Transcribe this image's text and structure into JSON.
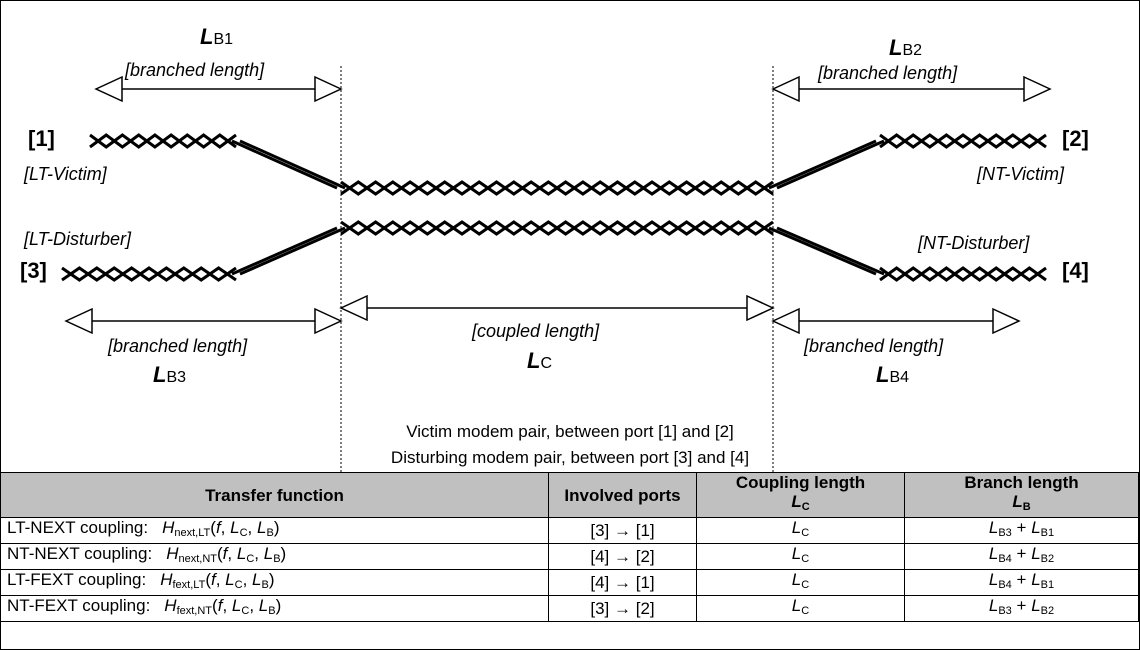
{
  "diagram": {
    "lengths": {
      "b1": {
        "symbol": "L",
        "sub": "B1"
      },
      "b2": {
        "symbol": "L",
        "sub": "B2"
      },
      "b3": {
        "symbol": "L",
        "sub": "B3"
      },
      "b4": {
        "symbol": "L",
        "sub": "B4"
      },
      "c": {
        "symbol": "L",
        "sub": "C"
      }
    },
    "branched_length": "[branched length]",
    "coupled_length": "[coupled length]",
    "ports": {
      "p1": "[1]",
      "p2": "[2]",
      "p3": "[3]",
      "p4": "[4]"
    },
    "port_labels": {
      "lt_victim": "[LT-Victim]",
      "nt_victim": "[NT-Victim]",
      "lt_disturber": "[LT-Disturber]",
      "nt_disturber": "[NT-Disturber]"
    },
    "caption_line1": "Victim modem pair, between port [1] and [2]",
    "caption_line2": "Disturbing modem pair, between port [3] and [4]"
  },
  "table": {
    "headers": {
      "transfer_function": "Transfer function",
      "involved_ports": "Involved ports",
      "coupling_length": "Coupling length",
      "coupling_length_symbol": "L",
      "coupling_length_sub": "C",
      "branch_length": "Branch length",
      "branch_length_symbol": "L",
      "branch_length_sub": "B"
    },
    "rows": [
      {
        "name": "LT-NEXT coupling:",
        "H": "H",
        "H_sub": "next,LT",
        "args_f": "f",
        "arg_c": "C",
        "arg_b": "B",
        "ports": "[3] → [1]",
        "coupling": "C",
        "branch_a": "B3",
        "branch_b": "B1"
      },
      {
        "name": "NT-NEXT coupling:",
        "H": "H",
        "H_sub": "next,NT",
        "args_f": "f",
        "arg_c": "C",
        "arg_b": "B",
        "ports": "[4] → [2]",
        "coupling": "C",
        "branch_a": "B4",
        "branch_b": "B2"
      },
      {
        "name": "LT-FEXT coupling:",
        "H": "H",
        "H_sub": "fext,LT",
        "args_f": "f",
        "arg_c": "C",
        "arg_b": "B",
        "ports": "[4] → [1]",
        "coupling": "C",
        "branch_a": "B4",
        "branch_b": "B1"
      },
      {
        "name": "NT-FEXT coupling:",
        "H": "H",
        "H_sub": "fext,NT",
        "args_f": "f",
        "arg_c": "C",
        "arg_b": "B",
        "ports": "[3] → [2]",
        "coupling": "C",
        "branch_a": "B3",
        "branch_b": "B2"
      }
    ]
  }
}
